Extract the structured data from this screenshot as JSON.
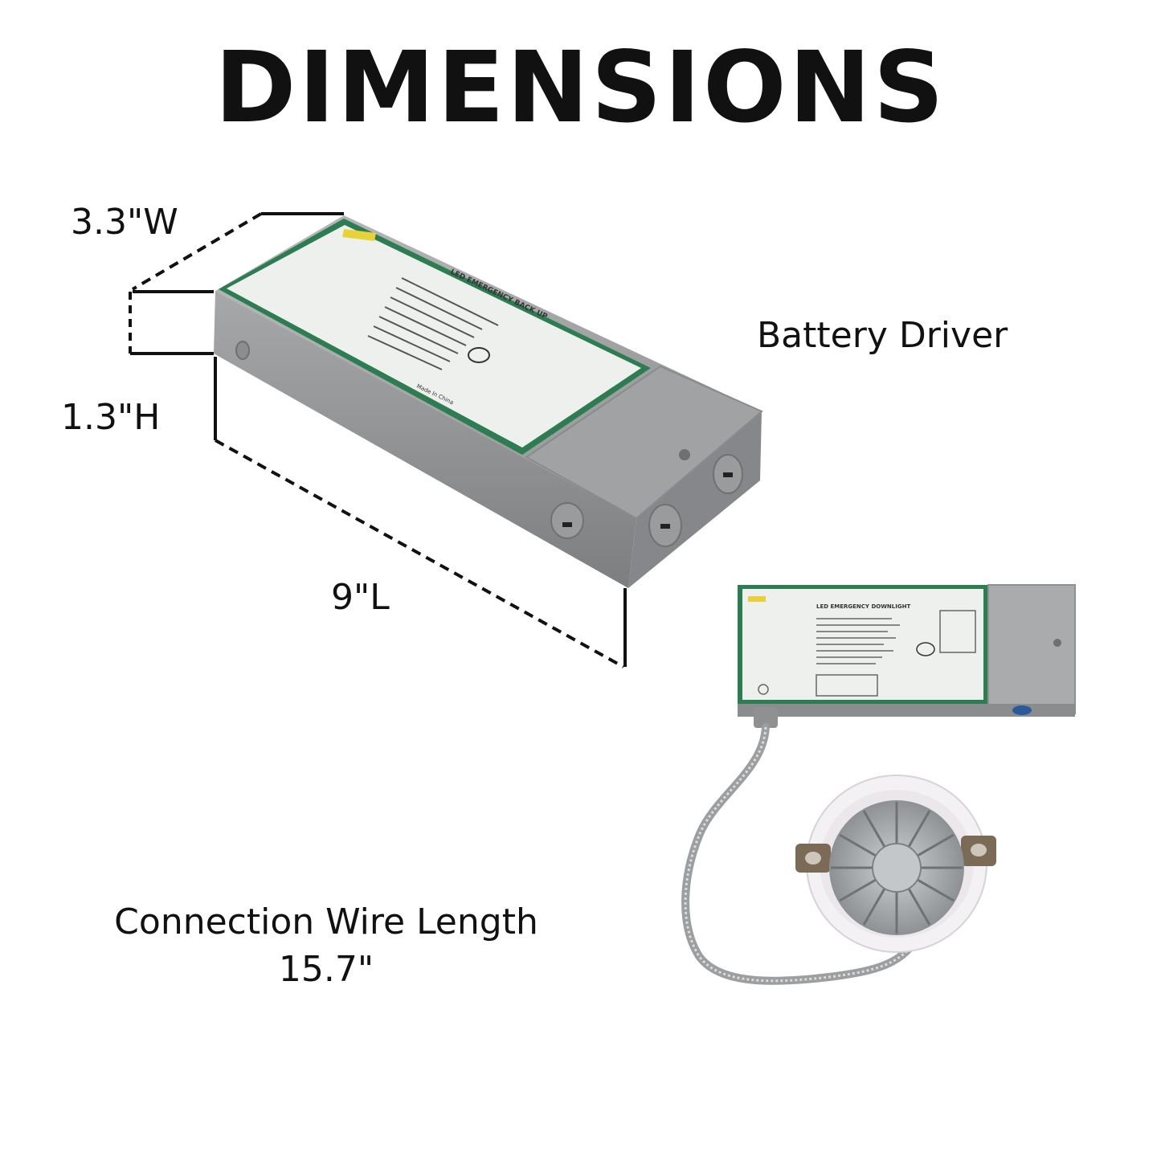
{
  "title": "DIMENSIONS",
  "dimensions": {
    "width": "3.3\"W",
    "height": "1.3\"H",
    "length": "9\"L"
  },
  "captions": {
    "battery_driver": "Battery Driver",
    "wire_length_label": "Connection Wire Length",
    "wire_length_value": "15.7\""
  },
  "driver_label": {
    "heading": "LED EMERGENCY BACK UP",
    "downlight_heading": "LED EMERGENCY DOWNLIGHT",
    "made_in": "Made In China"
  },
  "colors": {
    "housing": "#9a9b9d",
    "label_border": "#2e7d52",
    "label_face": "#eef0ee",
    "dash": "#111111"
  }
}
